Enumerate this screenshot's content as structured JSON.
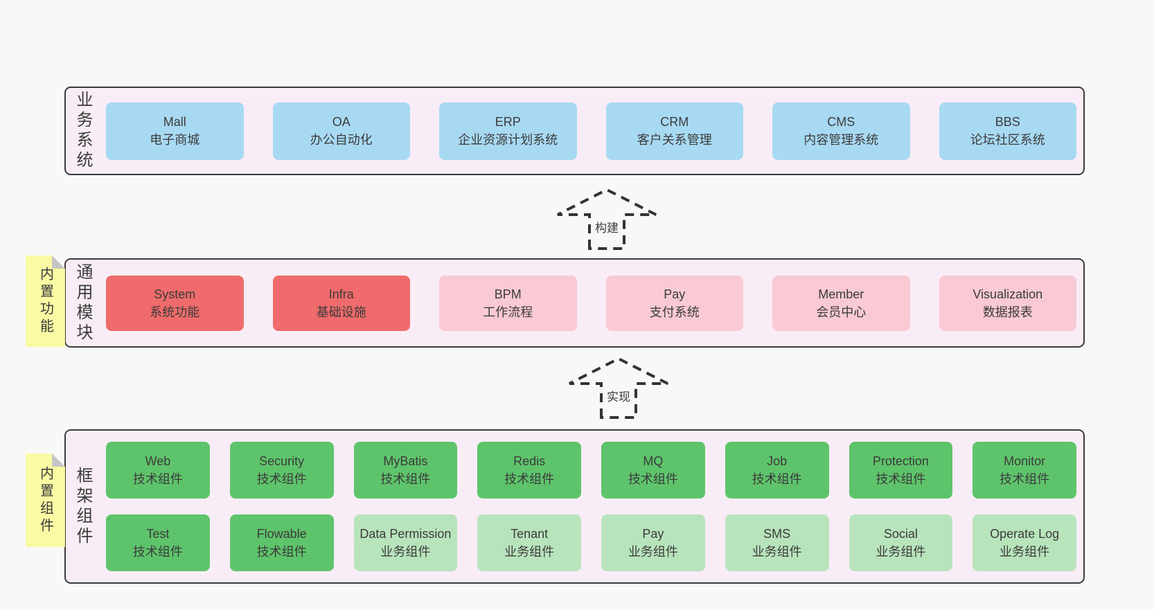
{
  "colors": {
    "page_bg": "#f8f8f8",
    "container_bg": "#f8edf6",
    "container_border": "#3a3a3a",
    "text": "#3b3b3b",
    "blue": "#a8d9f3",
    "red": "#f06b6b",
    "pink": "#f9c9d4",
    "green": "#5ec46b",
    "light_green": "#b8e4bc",
    "sticky_yellow": "#fafaa4",
    "fold_gray": "#c5c5c5",
    "arrow_dash": "#333333"
  },
  "layers": [
    {
      "id": "business-systems",
      "label": "业务系统",
      "sticky": null,
      "rows": [
        [
          {
            "title": "Mall",
            "subtitle": "电子商城",
            "color": "blue"
          },
          {
            "title": "OA",
            "subtitle": "办公自动化",
            "color": "blue"
          },
          {
            "title": "ERP",
            "subtitle": "企业资源计划系统",
            "color": "blue"
          },
          {
            "title": "CRM",
            "subtitle": "客户关系管理",
            "color": "blue"
          },
          {
            "title": "CMS",
            "subtitle": "内容管理系统",
            "color": "blue"
          },
          {
            "title": "BBS",
            "subtitle": "论坛社区系统",
            "color": "blue"
          }
        ]
      ]
    },
    {
      "id": "common-modules",
      "label": "通用模块",
      "sticky": "内置功能",
      "rows": [
        [
          {
            "title": "System",
            "subtitle": "系统功能",
            "color": "red"
          },
          {
            "title": "Infra",
            "subtitle": "基础设施",
            "color": "red"
          },
          {
            "title": "BPM",
            "subtitle": "工作流程",
            "color": "pink"
          },
          {
            "title": "Pay",
            "subtitle": "支付系统",
            "color": "pink"
          },
          {
            "title": "Member",
            "subtitle": "会员中心",
            "color": "pink"
          },
          {
            "title": "Visualization",
            "subtitle": "数据报表",
            "color": "pink"
          }
        ]
      ]
    },
    {
      "id": "framework-components",
      "label": "框架组件",
      "sticky": "内置组件",
      "rows": [
        [
          {
            "title": "Web",
            "subtitle": "技术组件",
            "color": "green"
          },
          {
            "title": "Security",
            "subtitle": "技术组件",
            "color": "green"
          },
          {
            "title": "MyBatis",
            "subtitle": "技术组件",
            "color": "green"
          },
          {
            "title": "Redis",
            "subtitle": "技术组件",
            "color": "green"
          },
          {
            "title": "MQ",
            "subtitle": "技术组件",
            "color": "green"
          },
          {
            "title": "Job",
            "subtitle": "技术组件",
            "color": "green"
          },
          {
            "title": "Protection",
            "subtitle": "技术组件",
            "color": "green"
          },
          {
            "title": "Monitor",
            "subtitle": "技术组件",
            "color": "green"
          }
        ],
        [
          {
            "title": "Test",
            "subtitle": "技术组件",
            "color": "green"
          },
          {
            "title": "Flowable",
            "subtitle": "技术组件",
            "color": "green"
          },
          {
            "title": "Data Permission",
            "subtitle": "业务组件",
            "color": "light_green"
          },
          {
            "title": "Tenant",
            "subtitle": "业务组件",
            "color": "light_green"
          },
          {
            "title": "Pay",
            "subtitle": "业务组件",
            "color": "light_green"
          },
          {
            "title": "SMS",
            "subtitle": "业务组件",
            "color": "light_green"
          },
          {
            "title": "Social",
            "subtitle": "业务组件",
            "color": "light_green"
          },
          {
            "title": "Operate Log",
            "subtitle": "业务组件",
            "color": "light_green"
          }
        ]
      ]
    }
  ],
  "arrows": [
    {
      "id": "build",
      "label": "构建"
    },
    {
      "id": "implement",
      "label": "实现"
    }
  ]
}
